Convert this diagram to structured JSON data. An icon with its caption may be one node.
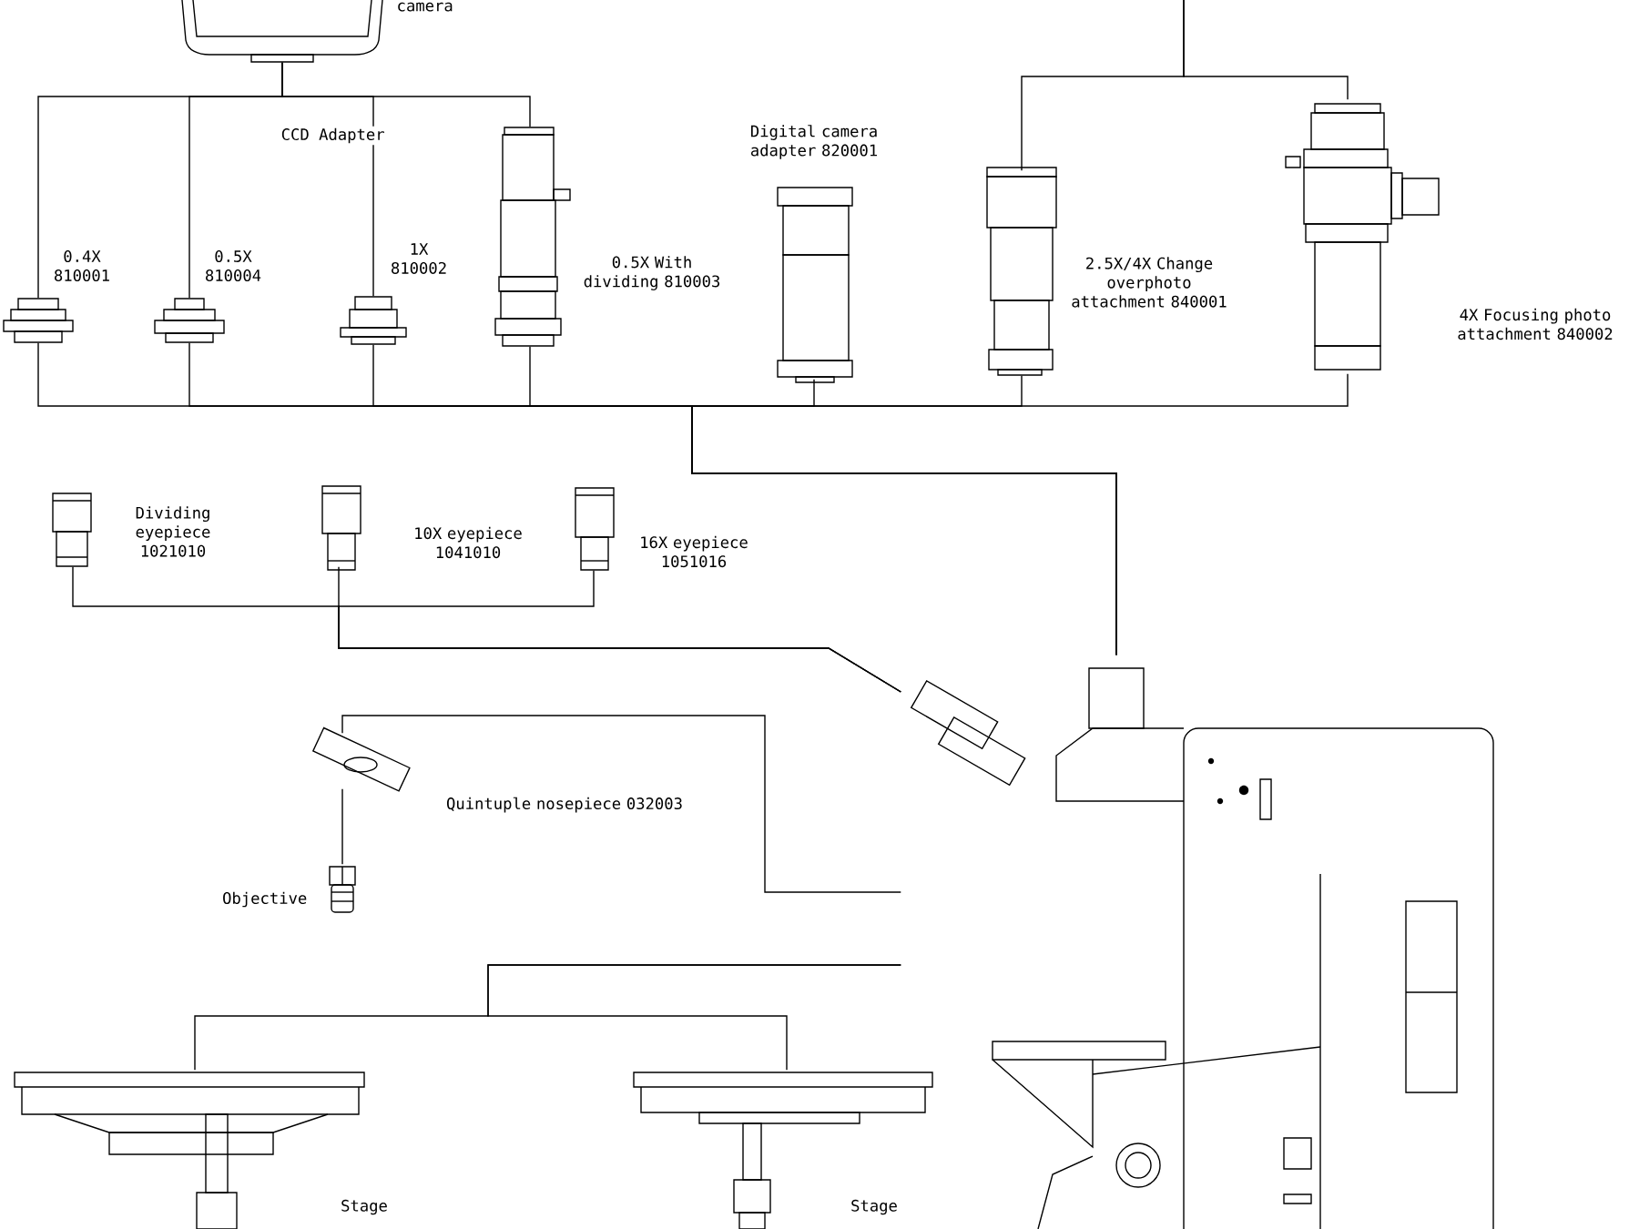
{
  "diagram": {
    "nodes": [
      {
        "text": [],
        "shape": "picture",
        "beside": [
          "camera"
        ]
      },
      {
        "text": [],
        "shape": "picture",
        "beside": [
          "0.4X 810001"
        ]
      },
      {
        "text": [],
        "shape": "picture",
        "beside": [
          "0.5X 810004"
        ]
      },
      {
        "text": [],
        "shape": "picture",
        "beside": [
          "1X 810002"
        ]
      },
      {
        "text": [],
        "shape": "picture",
        "beside": [
          "0.5X With dividing 810003"
        ]
      },
      {
        "text": [],
        "shape": "picture",
        "beside": [
          "Digital camera adapter 820001"
        ]
      },
      {
        "text": [],
        "shape": "picture",
        "beside": [
          "2.5X/4X Change overphoto attachment 840001"
        ]
      },
      {
        "text": [],
        "shape": "picture",
        "beside": [
          "4X Focusing photo attachment 840002"
        ]
      },
      {
        "text": [],
        "shape": "picture",
        "beside": [
          "Dividing eyepiece 1021010"
        ]
      },
      {
        "text": [],
        "shape": "picture",
        "beside": [
          "10X eyepiece 1041010"
        ]
      },
      {
        "text": [],
        "shape": "picture",
        "beside": [
          "16X eyepiece 1051016"
        ]
      },
      {
        "text": [],
        "shape": "picture"
      },
      {
        "text": [],
        "shape": "picture",
        "beside": [
          "Quintuple nosepiece 032003"
        ]
      },
      {
        "text": [],
        "shape": "picture",
        "beside": [
          "Objective"
        ]
      },
      {
        "text": [],
        "shape": "picture",
        "beside": [
          "Stage"
        ]
      },
      {
        "text": [
          "Stage"
        ]
      }
    ],
    "edges": [
      {
        "from": 0,
        "to": 1,
        "arrow": "none"
      },
      {
        "from": 0,
        "to": 2,
        "arrow": "none"
      },
      {
        "from": 0,
        "to": 3,
        "arrow": "none"
      },
      {
        "from": 0,
        "to": 4,
        "arrow": "none"
      },
      {
        "from": 1,
        "to": 11,
        "arrow": "none"
      },
      {
        "from": 2,
        "to": 11,
        "arrow": "none"
      },
      {
        "from": 3,
        "to": 11,
        "arrow": "none"
      },
      {
        "from": 4,
        "to": 11,
        "arrow": "none"
      },
      {
        "from": 5,
        "to": 11,
        "arrow": "none"
      },
      {
        "from": 6,
        "to": 11,
        "arrow": "none"
      },
      {
        "from": 7,
        "to": 11,
        "arrow": "none"
      },
      {
        "from": null,
        "to": 6,
        "arrow": "none"
      },
      {
        "from": null,
        "to": 7,
        "arrow": "none"
      },
      {
        "from": 8,
        "to": 11,
        "arrow": "none"
      },
      {
        "from": 9,
        "to": 11,
        "arrow": "none"
      },
      {
        "from": 10,
        "to": 11,
        "arrow": "none"
      },
      {
        "from": 13,
        "to": 12,
        "arrow": "none"
      },
      {
        "from": 12,
        "to": 11,
        "arrow": "none"
      },
      {
        "from": 14,
        "to": 11,
        "arrow": "none"
      },
      {
        "from": 15,
        "to": 11,
        "arrow": "none"
      }
    ],
    "labels": [
      "CCD Adapter"
    ]
  }
}
